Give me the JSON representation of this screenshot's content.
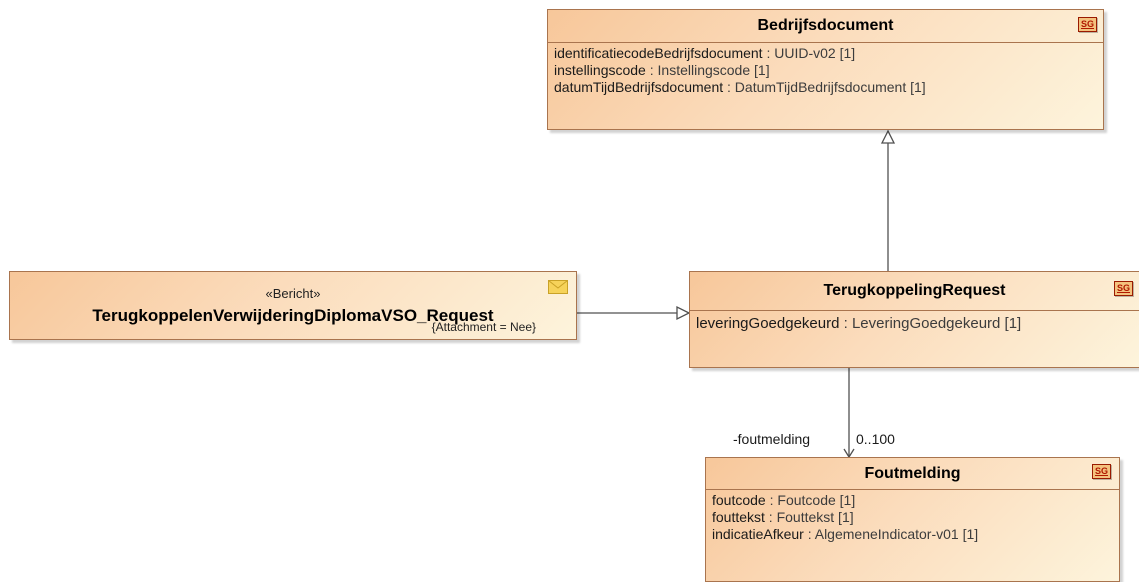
{
  "classes": {
    "bedrijfsdocument": {
      "name": "Bedrijfsdocument",
      "badge": "SG",
      "attributes": [
        {
          "name": "identificatiecodeBedrijfsdocument",
          "rest": " : UUID-v02 [1]"
        },
        {
          "name": "instellingscode",
          "rest": " : Instellingscode [1]"
        },
        {
          "name": "datumTijdBedrijfsdocument",
          "rest": " : DatumTijdBedrijfsdocument [1]"
        }
      ]
    },
    "terugkoppeling": {
      "name": "TerugkoppelingRequest",
      "badge": "SG",
      "attributes": [
        {
          "name": "leveringGoedgekeurd",
          "rest": " : LeveringGoedgekeurd [1]"
        }
      ]
    },
    "foutmelding": {
      "name": "Foutmelding",
      "badge": "SG",
      "attributes": [
        {
          "name": "foutcode",
          "rest": " : Foutcode [1]"
        },
        {
          "name": "fouttekst",
          "rest": " : Fouttekst [1]"
        },
        {
          "name": "indicatieAfkeur",
          "rest": " : AlgemeneIndicator-v01 [1]"
        }
      ]
    },
    "bericht": {
      "stereotype": "«Bericht»",
      "name": "TerugkoppelenVerwijderingDiplomaVSO_Request",
      "tagged_value": "{Attachment = Nee}",
      "icon": "envelope-icon"
    }
  },
  "associations": {
    "foutmelding": {
      "role": "-foutmelding",
      "multiplicity": "0..100"
    }
  },
  "colors": {
    "class_border": "#a9744e",
    "class_fill_start": "#f7c79a",
    "class_fill_end": "#fdf4dc",
    "badge_text": "#b01800",
    "line": "#505050"
  }
}
